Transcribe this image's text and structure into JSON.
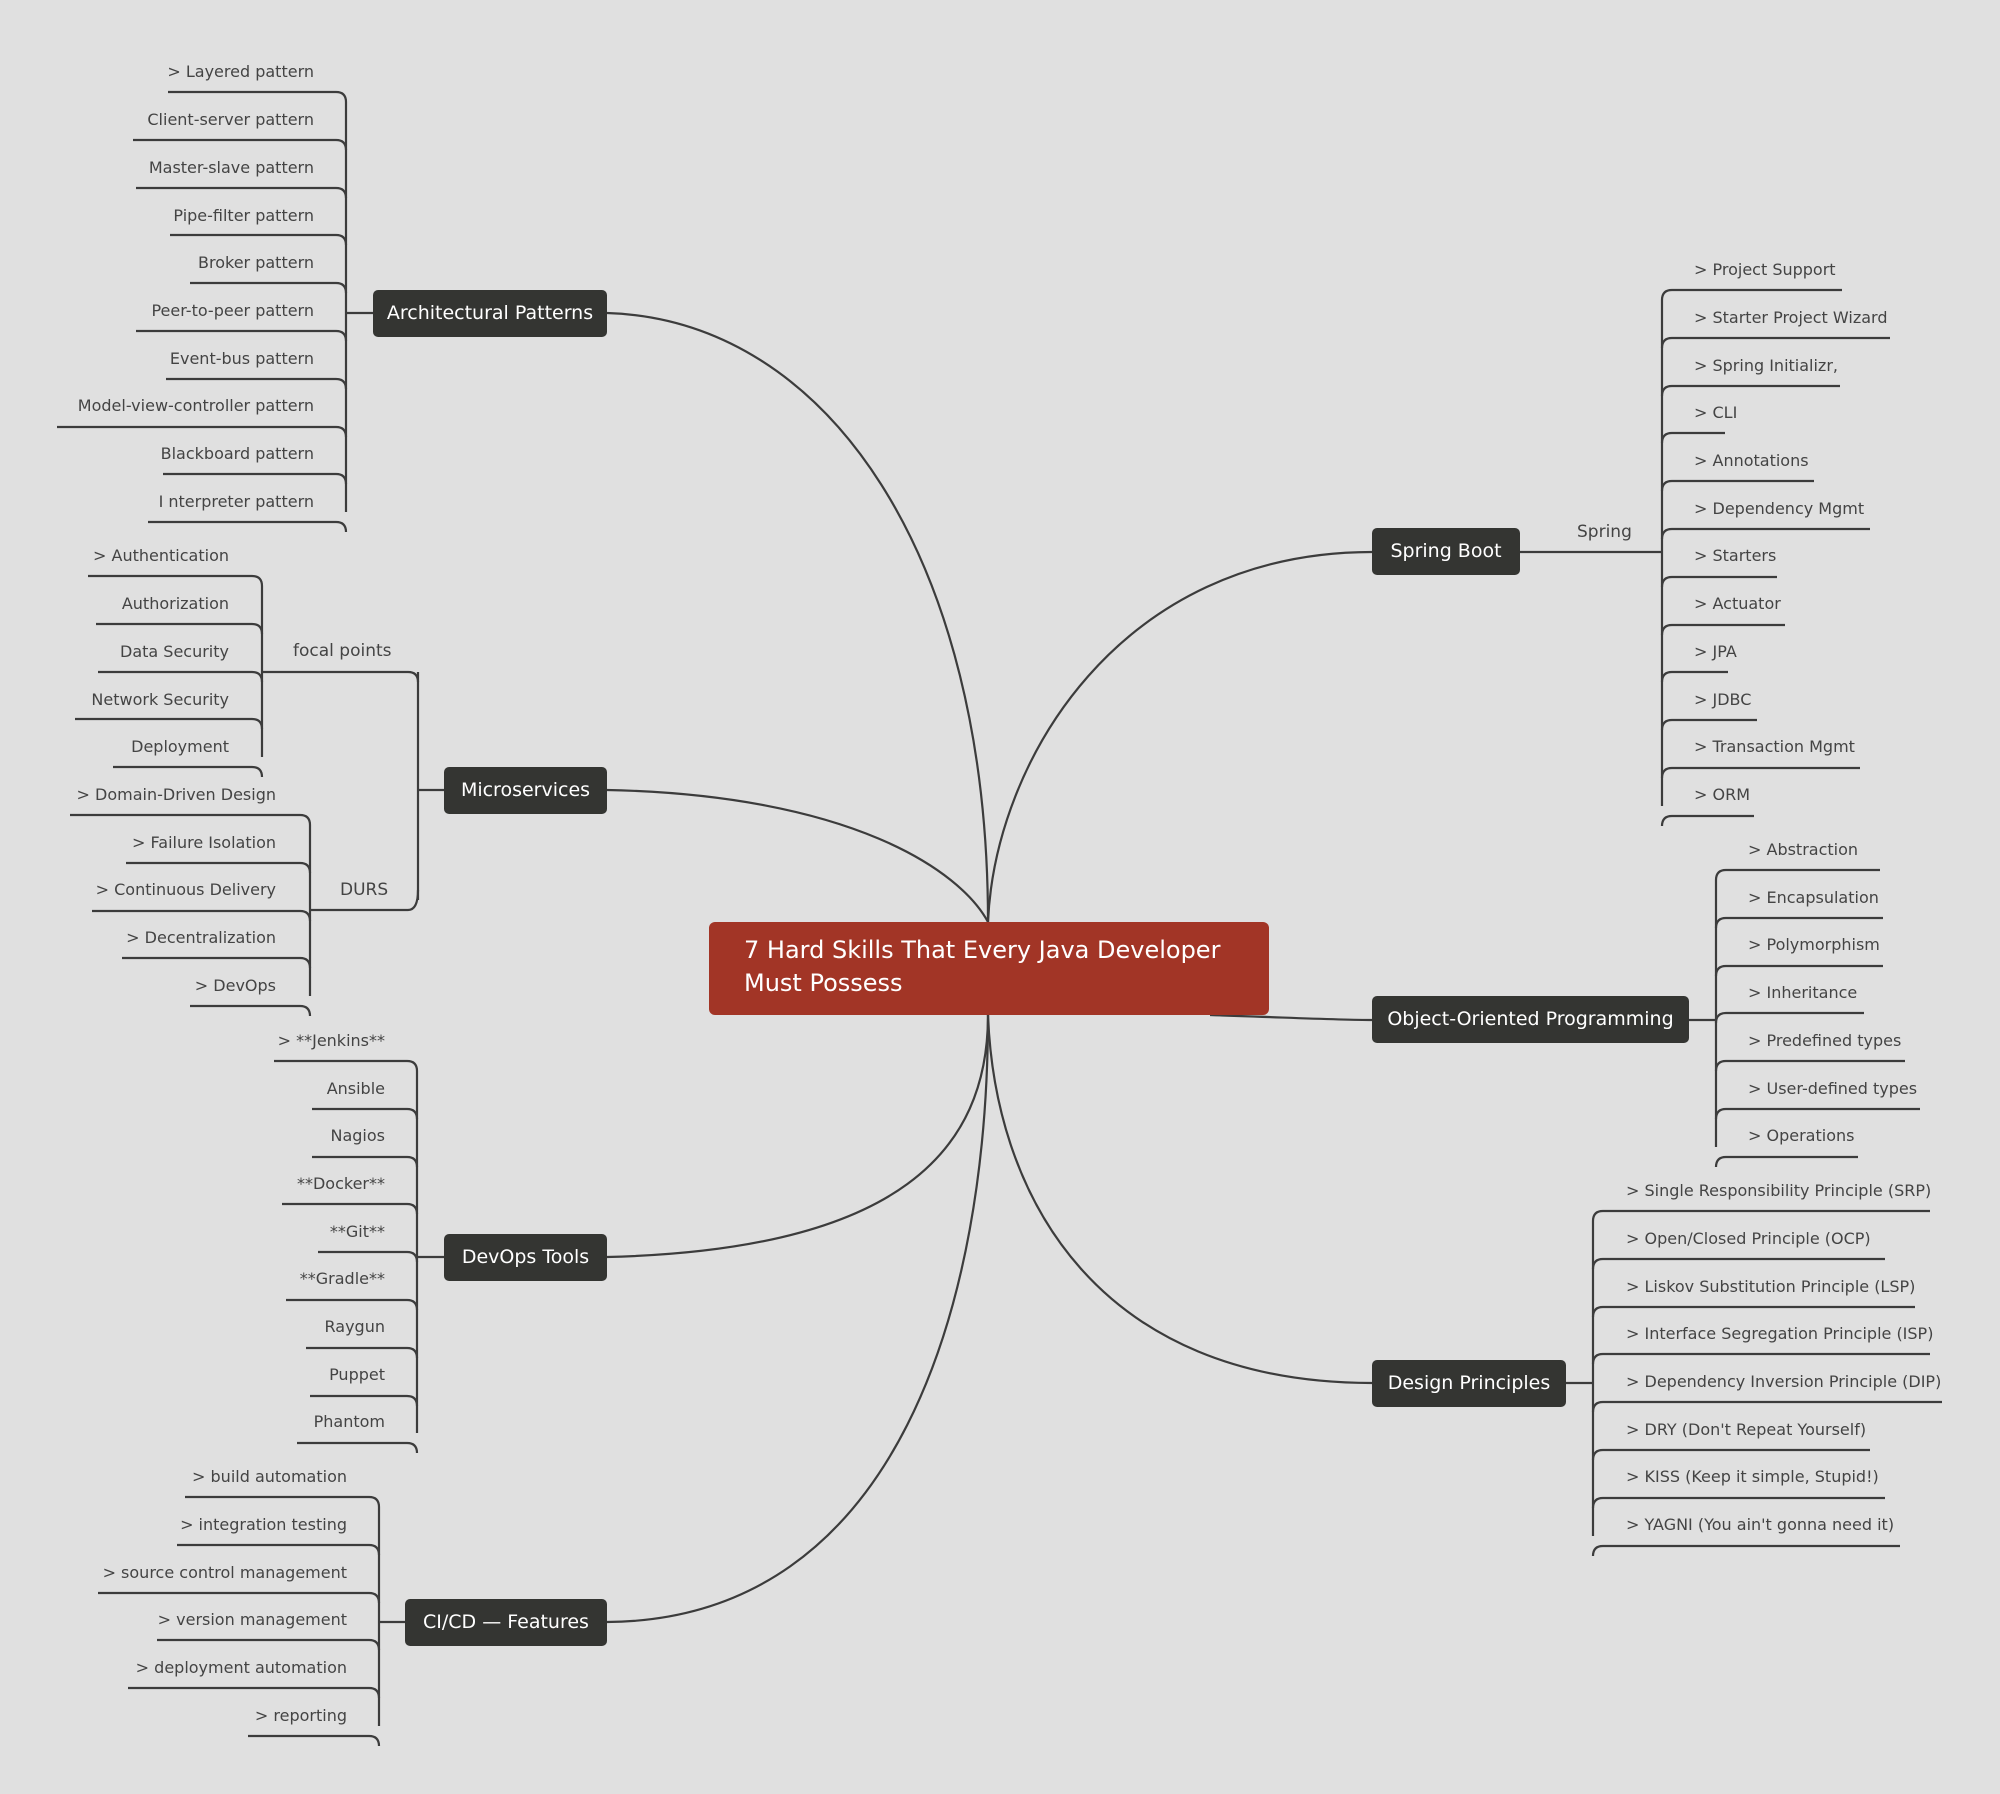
{
  "center": {
    "title": "7 Hard Skills That Every Java Developer Must Possess"
  },
  "colors": {
    "background": "#e0e0e0",
    "center": "#a23526",
    "node": "#343532",
    "line": "#3c3c3c",
    "text": "#444444"
  },
  "branches": {
    "architectural": {
      "label": "Architectural Patterns",
      "items": [
        "> Layered pattern",
        "Client-server pattern",
        "Master-slave pattern",
        "Pipe-filter pattern",
        "Broker pattern",
        "Peer-to-peer pattern",
        "Event-bus pattern",
        "Model-view-controller pattern",
        "Blackboard pattern",
        "I  nterpreter pattern"
      ]
    },
    "microservices": {
      "label": "Microservices",
      "focal": {
        "label": "focal points",
        "items": [
          "> Authentication",
          "Authorization",
          "Data Security",
          "Network Security",
          "Deployment"
        ]
      },
      "durs": {
        "label": "DURS",
        "items": [
          "> Domain-Driven Design",
          "> Failure Isolation",
          "> Continuous Delivery",
          "> Decentralization",
          "> DevOps"
        ]
      }
    },
    "devops": {
      "label": "DevOps Tools",
      "items": [
        "> **Jenkins**",
        "Ansible",
        "Nagios",
        "**Docker**",
        "**Git**",
        "**Gradle**",
        "Raygun",
        "Puppet",
        "Phantom"
      ]
    },
    "cicd": {
      "label": "CI/CD — Features",
      "items": [
        "> build automation",
        "> integration testing",
        "> source control management",
        "> version management",
        "> deployment automation",
        "> reporting"
      ]
    },
    "spring": {
      "label": "Spring Boot",
      "sub_label": "Spring",
      "items": [
        "> Project Support",
        "> Starter Project Wizard",
        "> Spring Initializr,",
        "> CLI",
        "> Annotations",
        "> Dependency Mgmt",
        "> Starters",
        "> Actuator",
        "> JPA",
        "> JDBC",
        "> Transaction Mgmt",
        "> ORM"
      ]
    },
    "oop": {
      "label": "Object-Oriented Programming",
      "items": [
        "> Abstraction",
        "> Encapsulation",
        "> Polymorphism",
        "> Inheritance",
        "> Predefined types",
        "> User-defined types",
        "> Operations"
      ]
    },
    "design": {
      "label": "Design Principles",
      "items": [
        "> Single Responsibility Principle (SRP)",
        "> Open/Closed Principle (OCP)",
        "> Liskov Substitution Principle (LSP)",
        "> Interface Segregation Principle (ISP)",
        "> Dependency Inversion Principle (DIP)",
        "> DRY (Don't Repeat Yourself)",
        "> KISS (Keep it simple, Stupid!)",
        "> YAGNI (You ain't gonna need it)"
      ]
    }
  }
}
